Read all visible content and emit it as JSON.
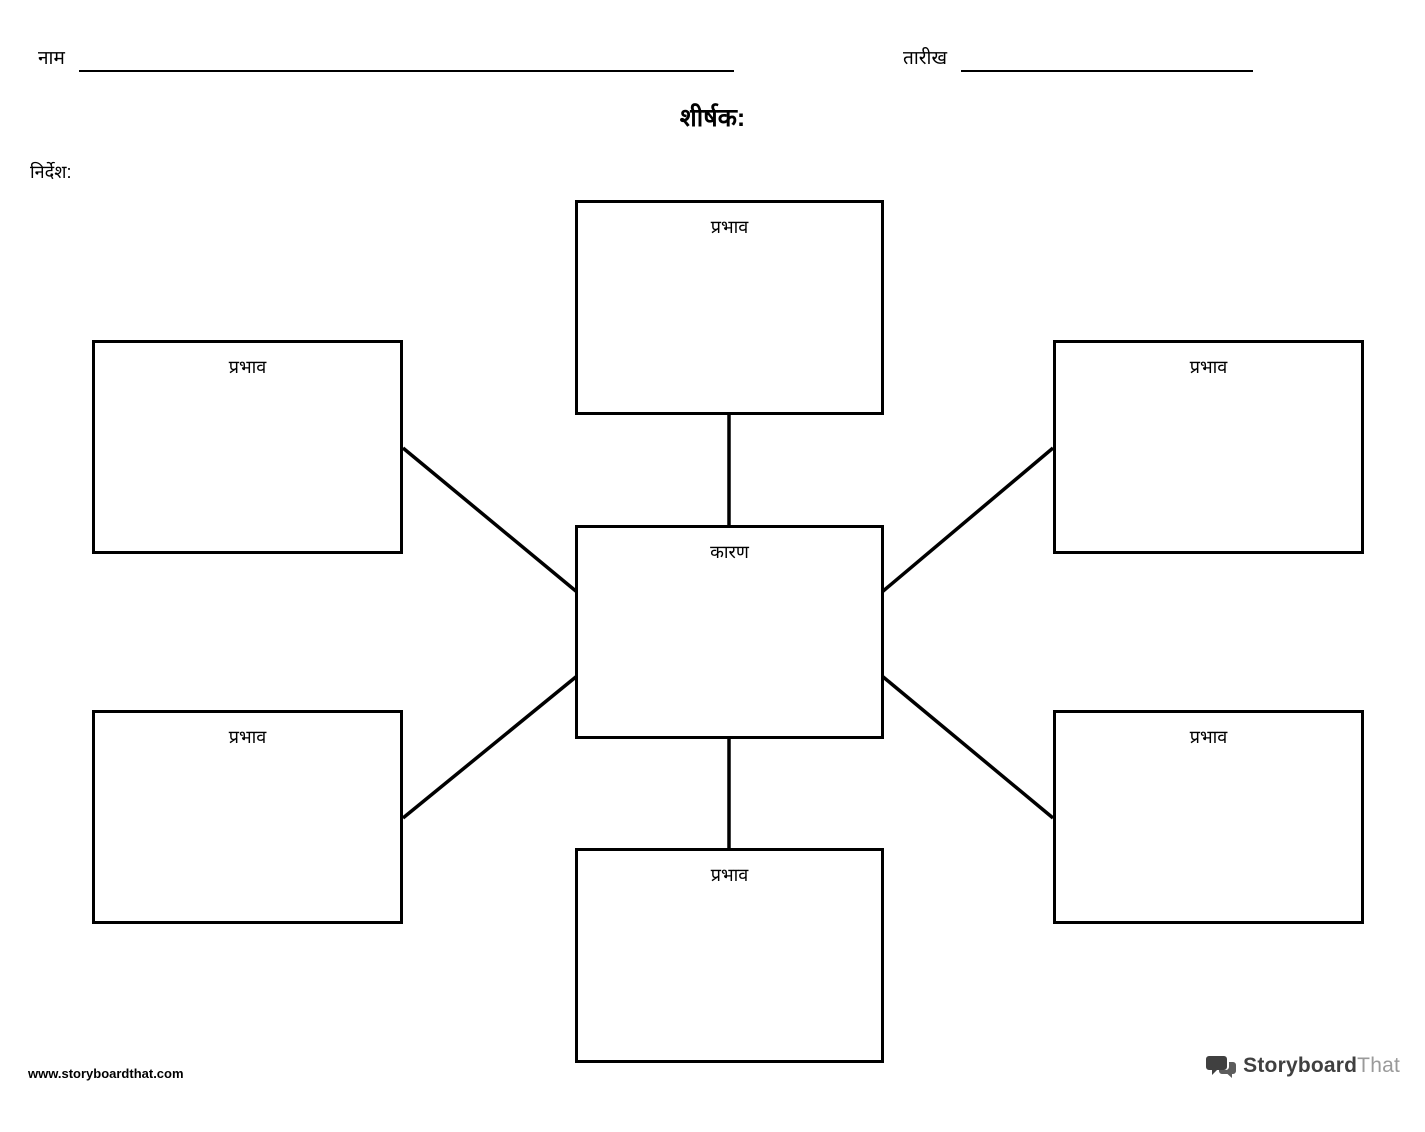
{
  "header": {
    "name_label": "नाम",
    "date_label": "तारीख"
  },
  "title": "शीर्षक:",
  "instructions_label": "निर्देश:",
  "diagram": {
    "center": {
      "label": "कारण"
    },
    "effects": [
      {
        "position": "top-center",
        "label": "प्रभाव"
      },
      {
        "position": "left-upper",
        "label": "प्रभाव"
      },
      {
        "position": "right-upper",
        "label": "प्रभाव"
      },
      {
        "position": "left-lower",
        "label": "प्रभाव"
      },
      {
        "position": "right-lower",
        "label": "प्रभाव"
      },
      {
        "position": "bottom-center",
        "label": "प्रभाव"
      }
    ]
  },
  "footer": {
    "url": "www.storyboardthat.com",
    "brand": {
      "bold": "Storyboard",
      "light": "That"
    }
  },
  "colors": {
    "line": "#000000",
    "brand_dark": "#404040",
    "brand_light": "#9a9a9a"
  }
}
